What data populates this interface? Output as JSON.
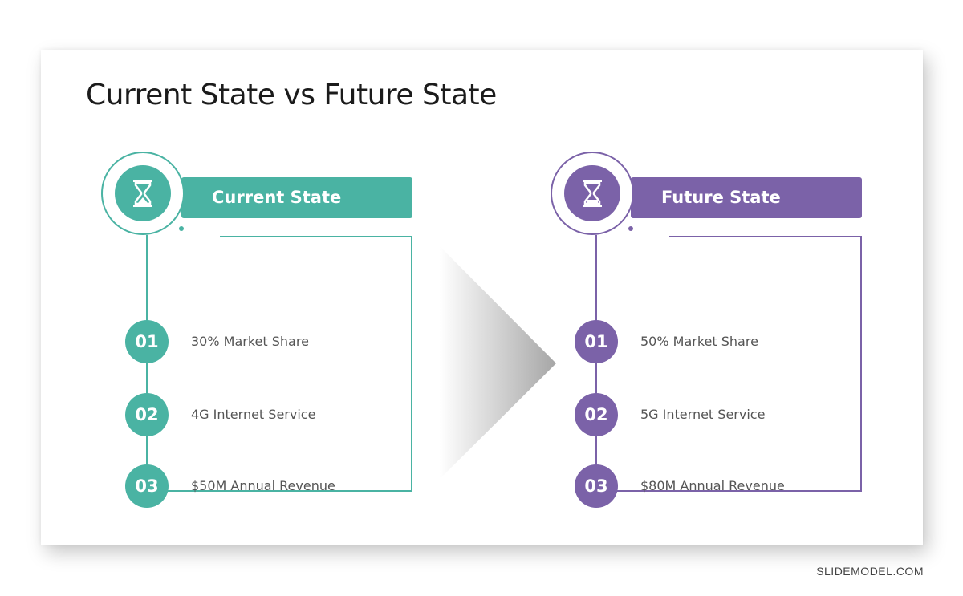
{
  "title": "Current State vs Future State",
  "colors": {
    "current": "#4ab3a3",
    "future": "#7b62a8"
  },
  "panels": [
    {
      "label": "Current State",
      "icon": "hourglass-icon",
      "items": [
        {
          "num": "01",
          "text": "30% Market Share"
        },
        {
          "num": "02",
          "text": "4G Internet Service"
        },
        {
          "num": "03",
          "text": "$50M Annual Revenue"
        }
      ]
    },
    {
      "label": "Future State",
      "icon": "hourglass-icon",
      "items": [
        {
          "num": "01",
          "text": "50% Market Share"
        },
        {
          "num": "02",
          "text": "5G Internet Service"
        },
        {
          "num": "03",
          "text": "$80M Annual Revenue"
        }
      ]
    }
  ],
  "watermark": "SLIDEMODEL.COM"
}
